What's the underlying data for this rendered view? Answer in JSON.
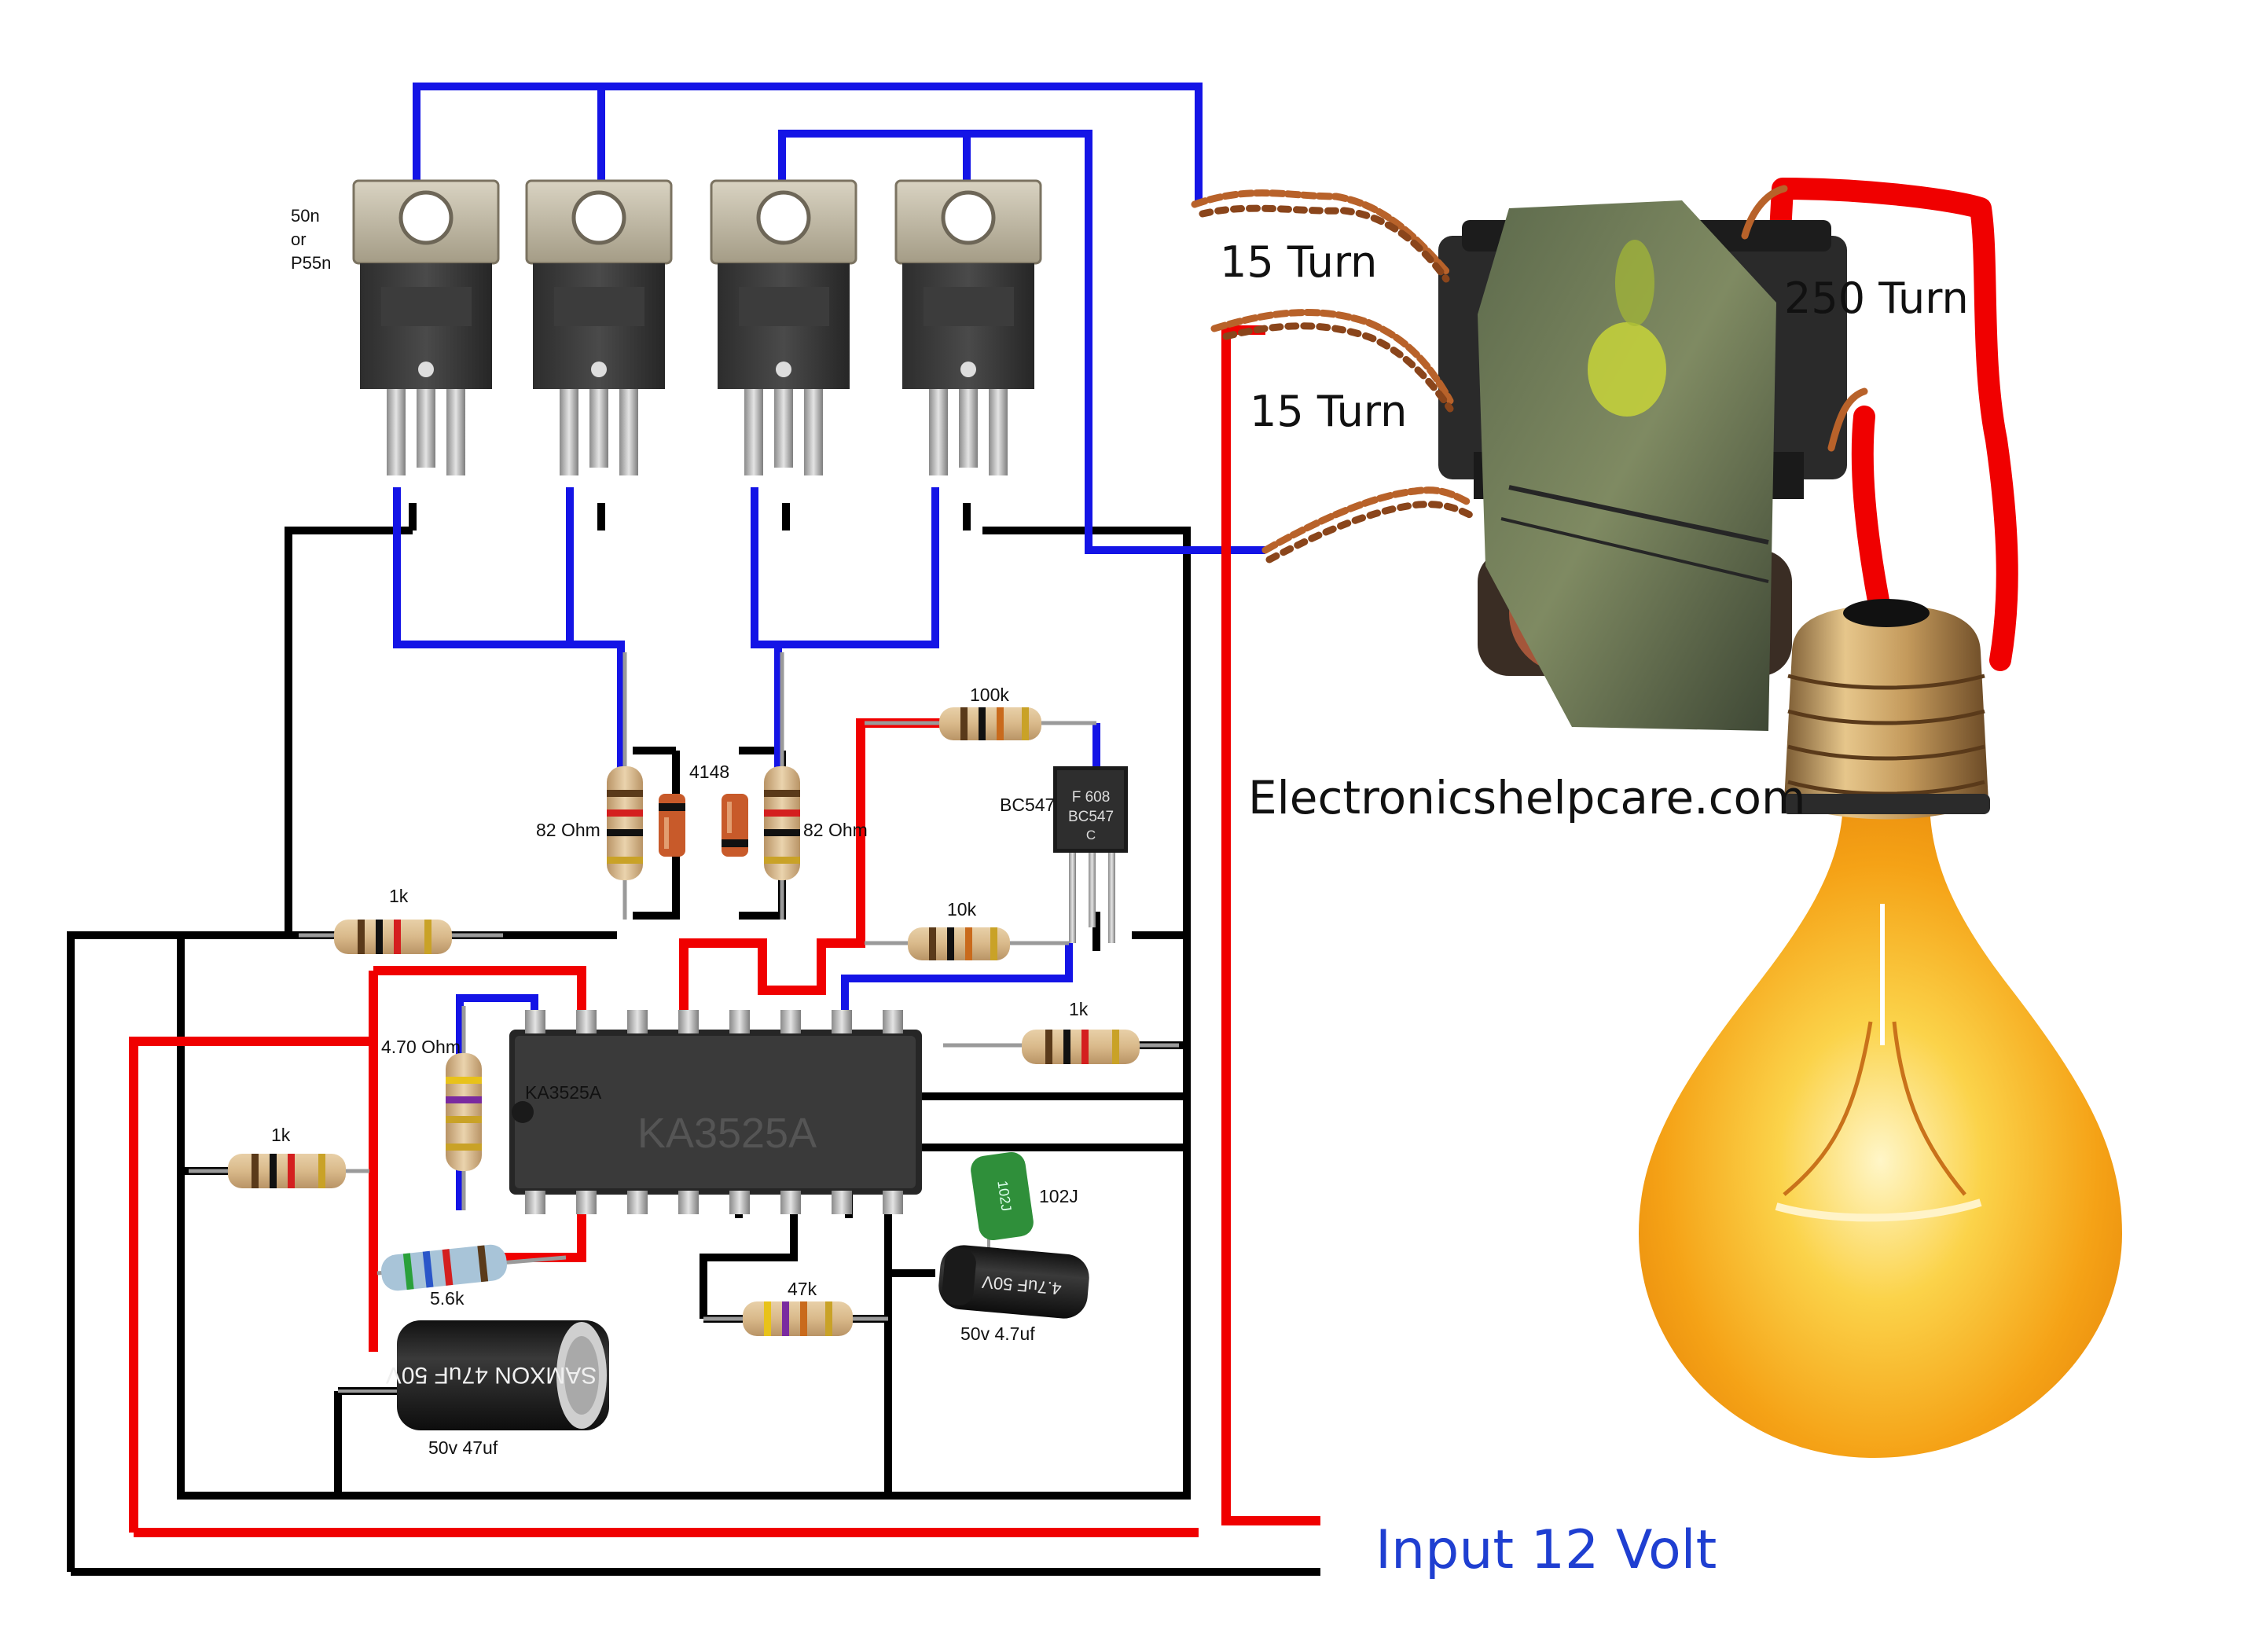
{
  "labels": {
    "mosfet_type": [
      "50n",
      "or",
      "P55n"
    ],
    "primary_turns_top": "15 Turn",
    "primary_turns_bottom": "15 Turn",
    "secondary_turns": "250 Turn",
    "website": "Electronicshelpcare.com",
    "input": "Input 12 Volt",
    "diode": "4148",
    "r_gate_left": "82 Ohm",
    "r_gate_right": "82 Ohm",
    "r_100k": "100k",
    "transistor": "BC547",
    "transistor_marking": [
      "F 608",
      "BC547",
      "C"
    ],
    "r_1k_top": "1k",
    "r_10k": "10k",
    "r_1k_right": "1k",
    "r_470": "4.70 Ohm",
    "ic": "KA3525A",
    "ic_marking": "KA3525A",
    "r_1k_left": "1k",
    "cap_102j": "102J",
    "cap_102j_marking": "102J",
    "r_5k6": "5.6k",
    "r_47k": "47k",
    "cap_4u7": "50v 4.7uf",
    "cap_4u7_marking": "4.7uF 50V",
    "cap_47u": "50v 47uf",
    "cap_47u_marking": "SAMXON 47uF 50V"
  },
  "colors": {
    "wire_blue": "#1414e6",
    "wire_red": "#f00000",
    "wire_black": "#000000",
    "input_text": "#1f3fd1",
    "copper": "#b8622a",
    "bulb_glow": "#f7a81c"
  }
}
